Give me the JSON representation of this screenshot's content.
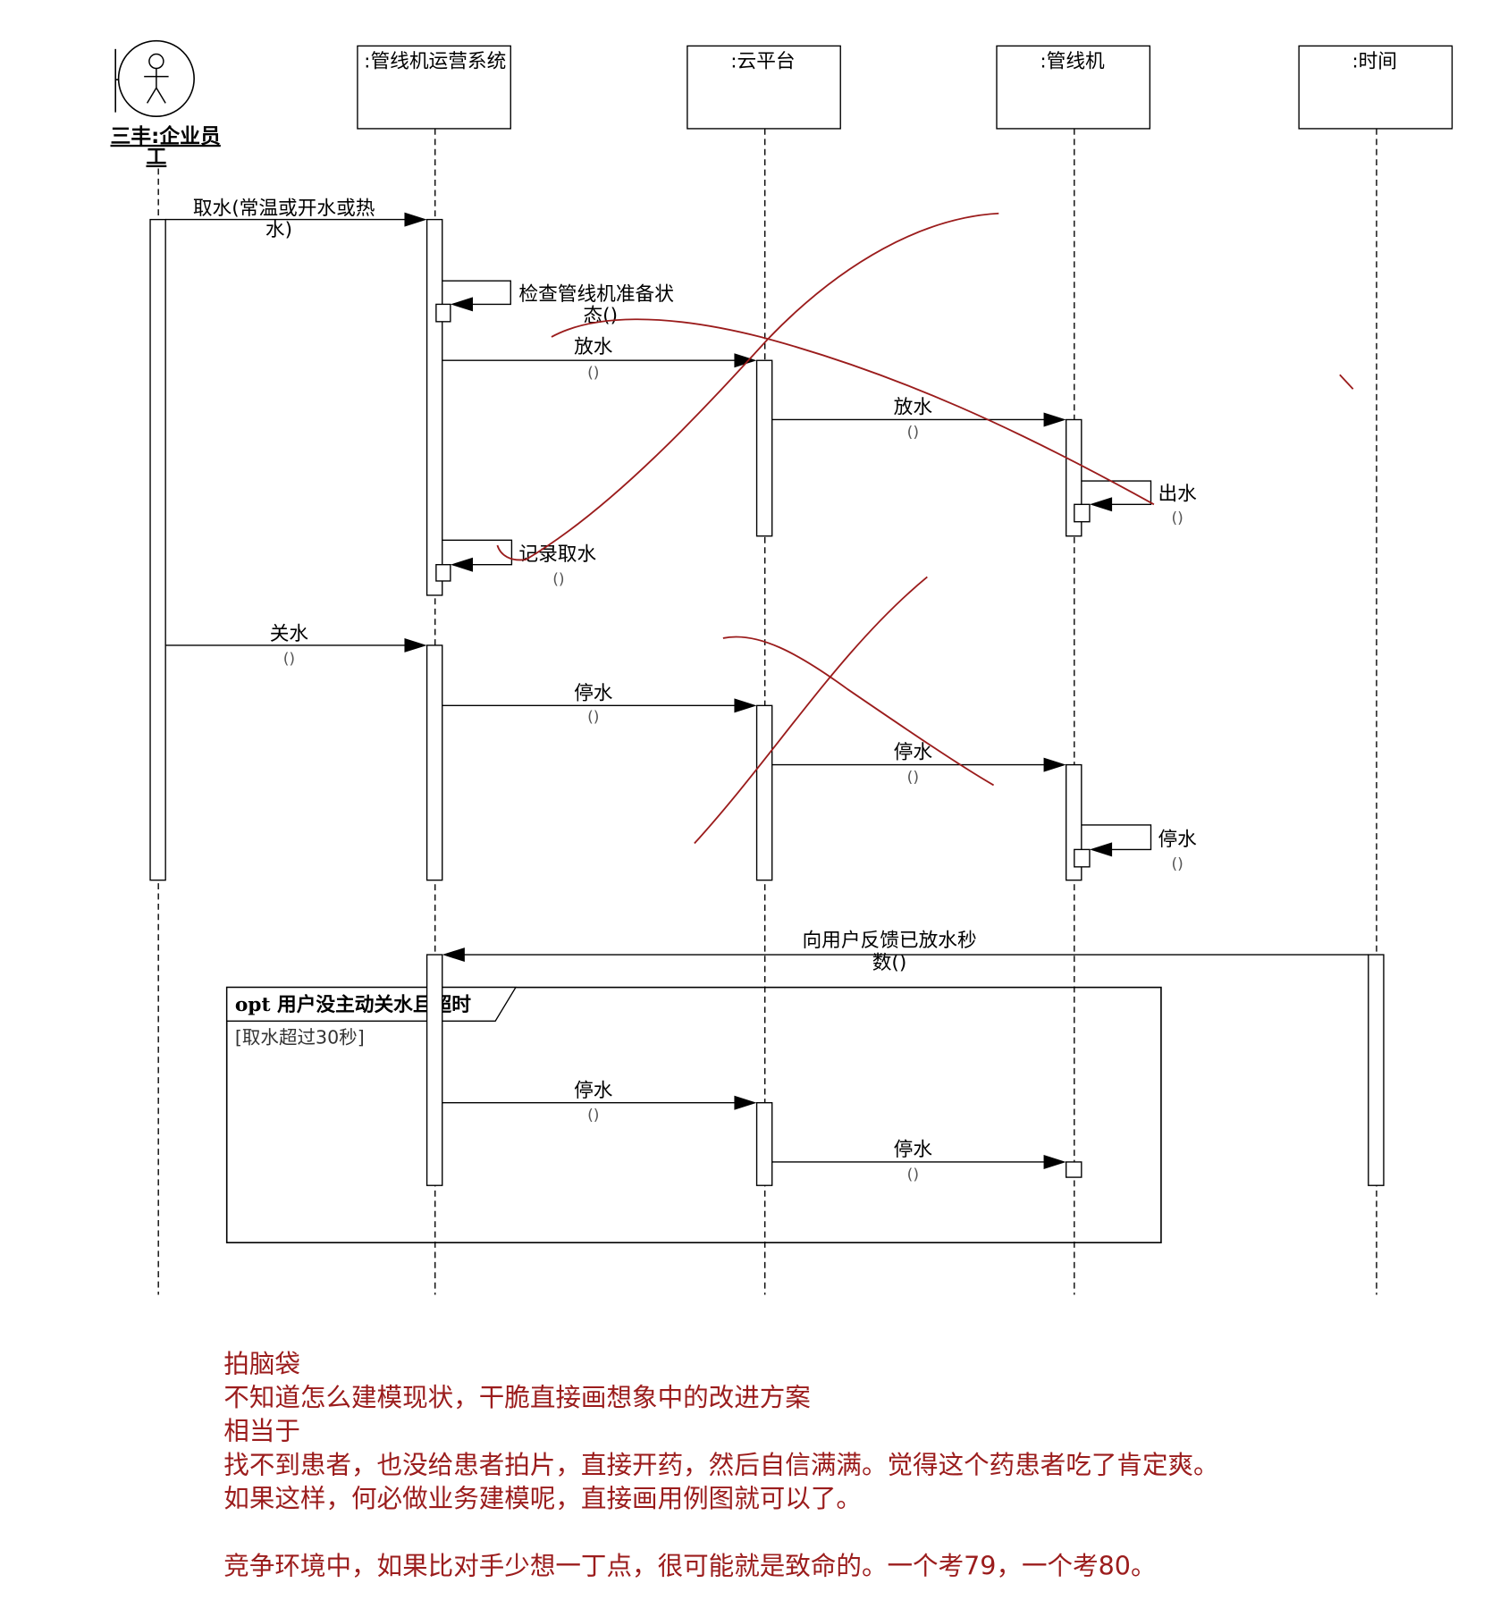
{
  "colors": {
    "ink": "#000000",
    "annotation": "#9b1c1c"
  },
  "lifelines": [
    {
      "label_lines": [
        "三丰:企业员",
        "工"
      ]
    },
    {
      "label": ":管线机运营系统"
    },
    {
      "label": ":云平台"
    },
    {
      "label": ":管线机"
    },
    {
      "label": ":时间"
    }
  ],
  "messages": [
    {
      "lines": [
        "取水(常温或开水或热",
        "水)"
      ]
    },
    {
      "lines": [
        "检查管线机准备状",
        "态()"
      ]
    },
    {
      "lines": [
        "放水",
        "()"
      ]
    },
    {
      "lines": [
        "放水",
        "()"
      ]
    },
    {
      "lines": [
        "出水",
        "()"
      ]
    },
    {
      "lines": [
        "记录取水",
        "()"
      ]
    },
    {
      "lines": [
        "关水",
        "()"
      ]
    },
    {
      "lines": [
        "停水",
        "()"
      ]
    },
    {
      "lines": [
        "停水",
        "()"
      ]
    },
    {
      "lines": [
        "停水",
        "()"
      ]
    },
    {
      "lines": [
        "向用户反馈已放水秒",
        "数()"
      ]
    },
    {
      "lines": [
        "停水",
        "()"
      ]
    },
    {
      "lines": [
        "停水",
        "()"
      ]
    }
  ],
  "fragment": {
    "operator": "opt",
    "condition": "用户没主动关水且超时",
    "guard": "[取水超过30秒]"
  },
  "notes": {
    "lines": [
      "拍脑袋",
      "不知道怎么建模现状，干脆直接画想象中的改进方案",
      "相当于",
      "找不到患者，也没给患者拍片，直接开药，然后自信满满。觉得这个药患者吃了肯定爽。",
      "如果这样，何必做业务建模呢，直接画用例图就可以了。",
      "竞争环境中，如果比对手少想一丁点，很可能就是致命的。一个考79，一个考80。"
    ]
  }
}
